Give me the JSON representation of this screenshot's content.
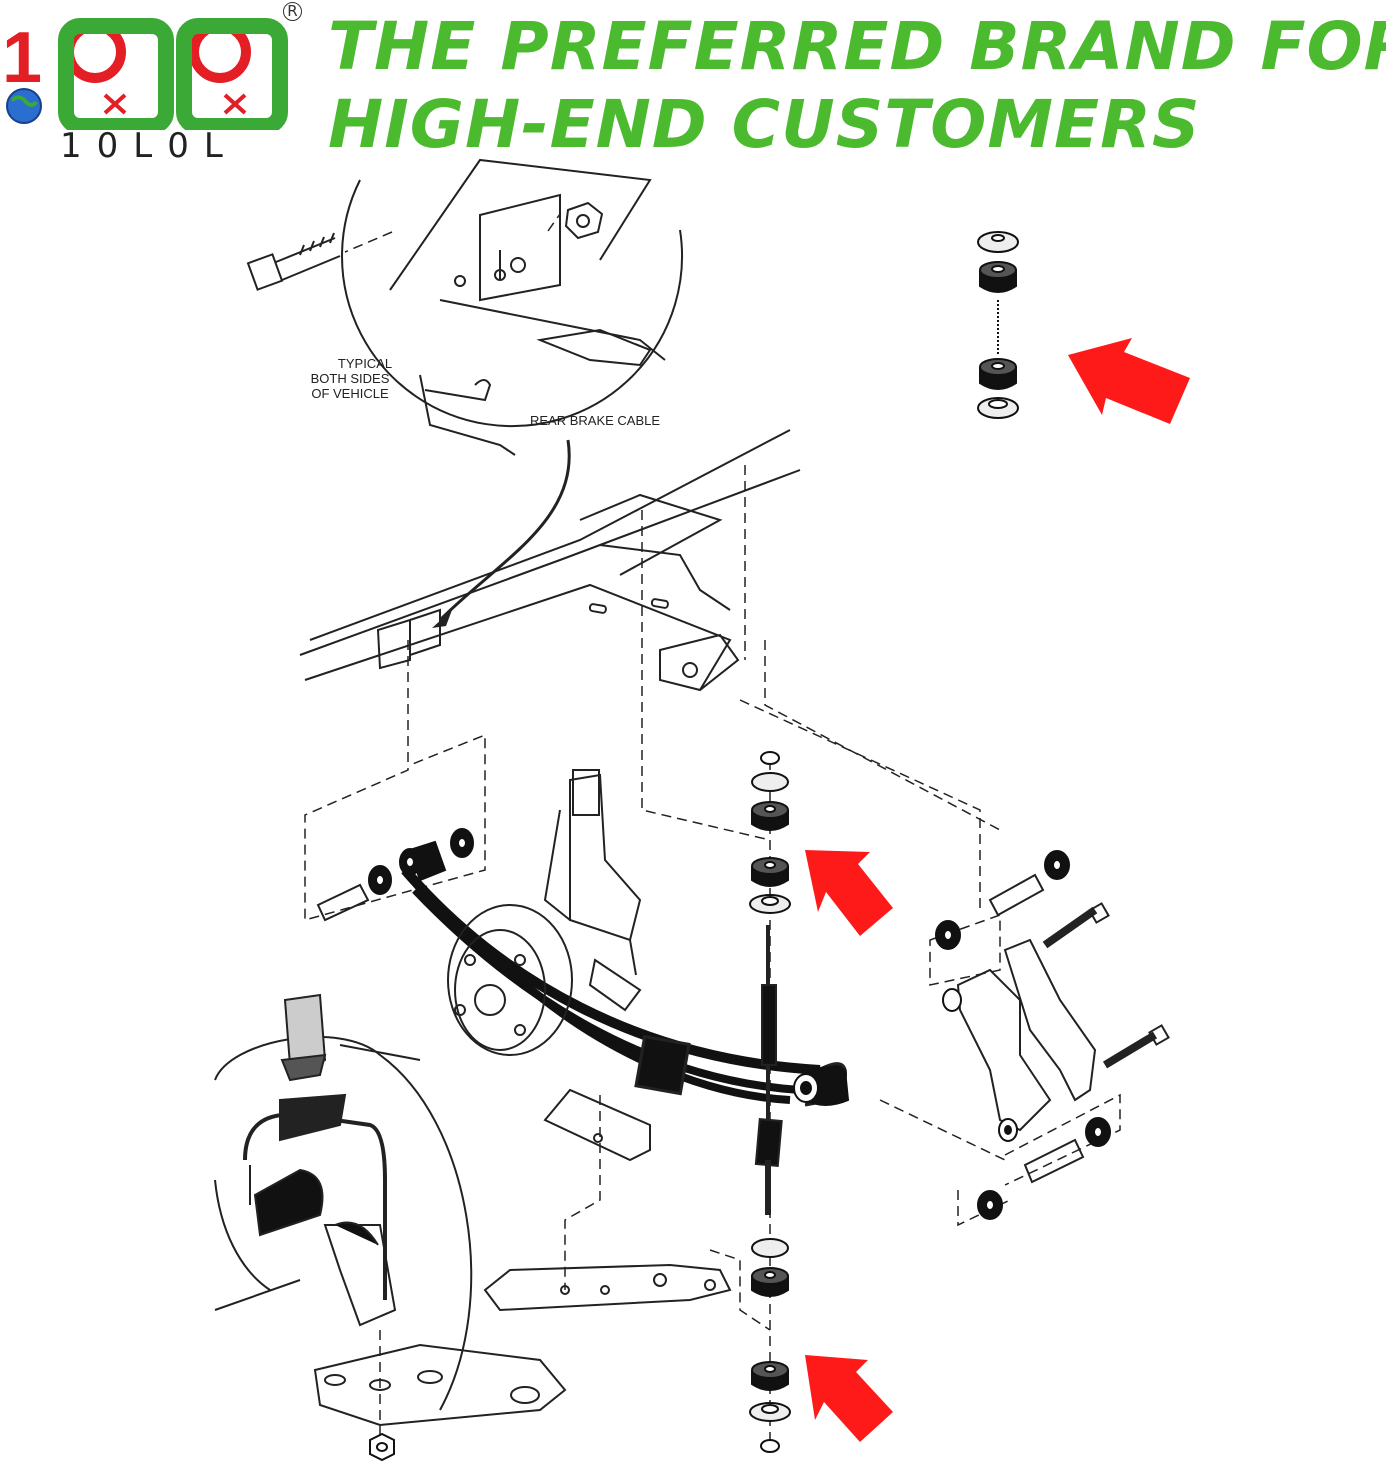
{
  "brand": {
    "logo_text": "10L0L",
    "registered_mark": "R",
    "accent_red": "#e31e24",
    "accent_green": "#3aa935"
  },
  "headline": {
    "line1": "THE PREFERRED BRAND FOR",
    "line2": "HIGH-END CUSTOMERS",
    "color": "#4cba2f"
  },
  "callouts": {
    "typical": [
      "TYPICAL",
      "BOTH SIDES",
      "OF VEHICLE"
    ],
    "rear_brake_cable": "REAR BRAKE CABLE"
  },
  "highlight_arrow_color": "#ff1a1a"
}
